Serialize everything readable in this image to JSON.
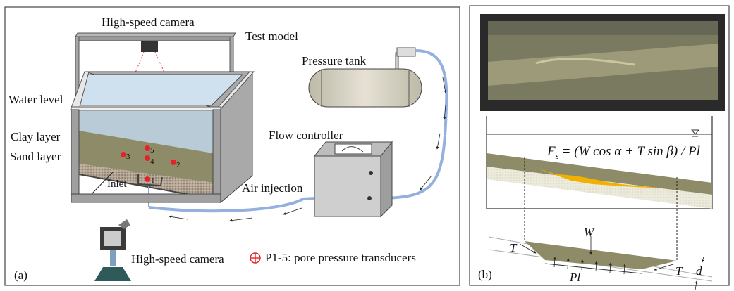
{
  "panel_a": {
    "tag": "(a)",
    "labels": {
      "camera_top": "High-speed camera",
      "test_model": "Test model",
      "pressure_tank": "Pressure tank",
      "water_level": "Water level",
      "clay_layer": "Clay layer",
      "sand_layer": "Sand layer",
      "inlet": "Inlet",
      "flow_controller": "Flow controller",
      "air_injection": "Air injection",
      "camera_bottom": "High-speed camera",
      "legend": "P1-5: pore pressure transducers"
    },
    "transducers": [
      "1",
      "2",
      "3",
      "4",
      "5"
    ],
    "colors": {
      "water": "#c5d8e6",
      "clay": "#8e8b68",
      "sand": "#a89a88",
      "pipe": "#93b0de",
      "transducer": "#e8202a"
    }
  },
  "panel_b": {
    "tag": "(b)",
    "formula": {
      "lhs": "F",
      "sub": "s",
      "rhs": "= (W cos α + T sin β) / Pl"
    },
    "labels": {
      "W": "W",
      "T_left": "T",
      "T_right": "T",
      "Pl": "Pl",
      "d": "d"
    },
    "colors": {
      "clay": "#8e8b68",
      "sand": "#e6e4d0",
      "crack": "#f2b000"
    }
  }
}
